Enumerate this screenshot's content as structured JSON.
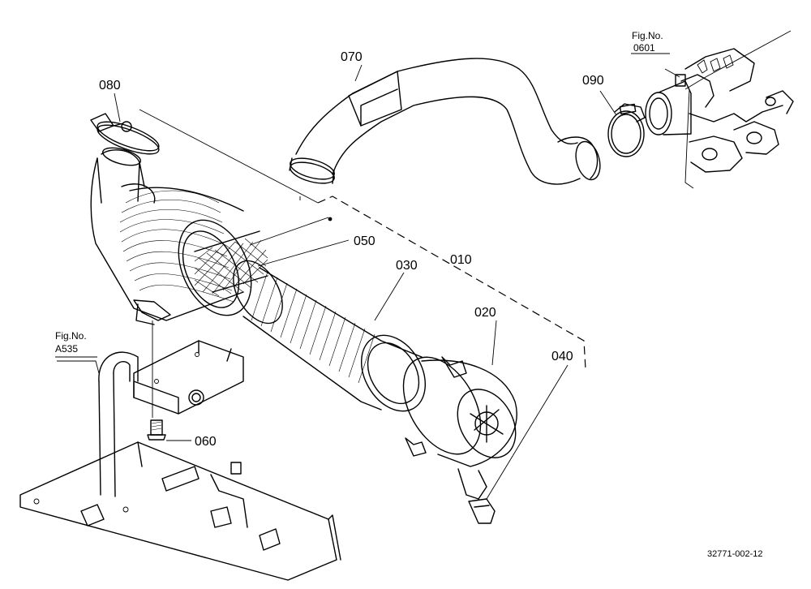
{
  "parts": [
    {
      "id": "070",
      "label": "070"
    },
    {
      "id": "080",
      "label": "080"
    },
    {
      "id": "090",
      "label": "090"
    },
    {
      "id": "050",
      "label": "050"
    },
    {
      "id": "030",
      "label": "030"
    },
    {
      "id": "010",
      "label": "010"
    },
    {
      "id": "020",
      "label": "020"
    },
    {
      "id": "040",
      "label": "040"
    },
    {
      "id": "060",
      "label": "060"
    }
  ],
  "figure_refs": [
    {
      "line1": "Fig.No.",
      "line2": "0601"
    },
    {
      "line1": "Fig.No.",
      "line2": "A535"
    }
  ],
  "diagram_code": "32771-002-12"
}
